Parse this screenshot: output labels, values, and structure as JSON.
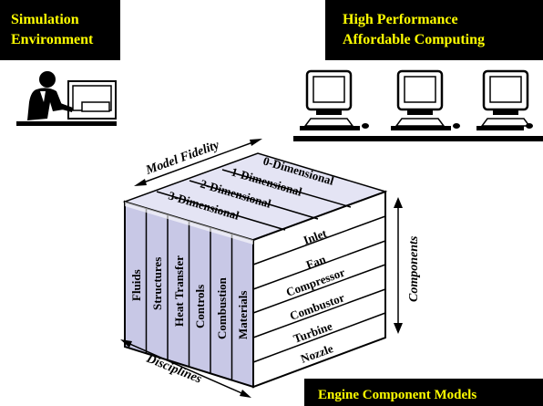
{
  "labels": {
    "simulation_line1": "Simulation",
    "simulation_line2": "Environment",
    "hpc_line1": "High Performance",
    "hpc_line2": "Affordable Computing",
    "engine_models": "Engine Component Models",
    "model_fidelity": "Model Fidelity",
    "components": "Components",
    "disciplines": "Disciplines"
  },
  "fidelity_levels": [
    "0-Dimensional",
    "1-Dimensional",
    "2-Dimensional",
    "3-Dimensional"
  ],
  "disciplines": [
    "Fluids",
    "Structures",
    "Heat Transfer",
    "Controls",
    "Combustion",
    "Materials"
  ],
  "components": [
    "Inlet",
    "Fan",
    "Compressor",
    "Combustor",
    "Turbine",
    "Nozzle"
  ],
  "colors": {
    "label_box": "#000000",
    "label_text": "#ffff00",
    "cube_front": "#c8c8e6",
    "cube_top": "#e4e4f4",
    "cube_side": "#ffffff",
    "lines": "#000000"
  },
  "icons": [
    "computer-user-icon",
    "workstation-icon"
  ]
}
